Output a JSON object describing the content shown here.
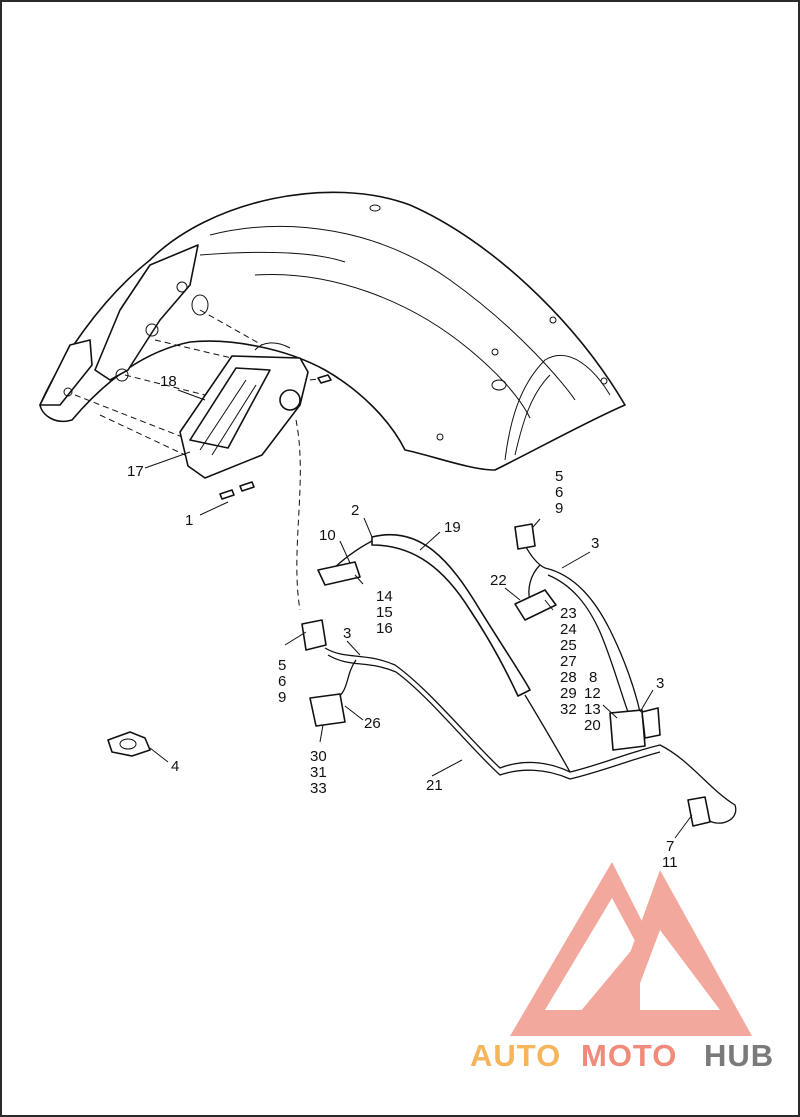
{
  "labels": {
    "l1": "1",
    "l2": "2",
    "l3a": "3",
    "l3b": "3",
    "l3c": "3",
    "l4": "4",
    "l5a": "5",
    "l6a": "6",
    "l9a": "9",
    "l5b": "5",
    "l6b": "6",
    "l9b": "9",
    "l7": "7",
    "l11": "11",
    "l8": "8",
    "l12": "12",
    "l13": "13",
    "l20": "20",
    "l10": "10",
    "l14": "14",
    "l15": "15",
    "l16": "16",
    "l17": "17",
    "l18": "18",
    "l19": "19",
    "l21": "21",
    "l22": "22",
    "l23": "23",
    "l24": "24",
    "l25": "25",
    "l27": "27",
    "l28": "28",
    "l29": "29",
    "l32": "32",
    "l26": "26",
    "l30": "30",
    "l31": "31",
    "l33": "33"
  },
  "watermark": {
    "part1": "AUTO",
    "part2": "MOTO",
    "part3": "HUB",
    "logo_color": "#f08a7a",
    "auto_color": "#f4b55b",
    "hub_color": "#7a7a7a"
  },
  "icons": [
    "fender-shape",
    "tail-lamp",
    "wiring-harness",
    "connector",
    "wire-clip",
    "screw"
  ]
}
